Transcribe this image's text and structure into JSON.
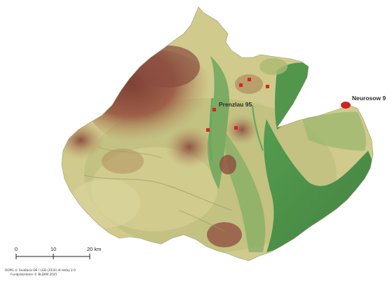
{
  "map": {
    "labels": {
      "prenzlau": "Prenzlau 95",
      "neurosow": "Neurosow 9"
    },
    "sites": [
      {
        "id": "prenzlau-95"
      },
      {
        "id": "neurosow-9"
      },
      {
        "id": "site-a"
      },
      {
        "id": "site-b"
      },
      {
        "id": "site-c"
      },
      {
        "id": "site-d"
      },
      {
        "id": "site-e"
      }
    ],
    "scale": {
      "ticks": [
        "0",
        "10",
        "20 km"
      ]
    },
    "credits": {
      "line1": "DOM1 © GeoBasis-DE / LGB (2024) dl-de/by-2-0",
      "line2": "Fundplatzdaten © BLDAM 2025"
    },
    "colors": {
      "lowland": "#4b8a46",
      "plain": "#c8c782",
      "hills": "#8c4f3c",
      "site_marker": "#e02020"
    }
  }
}
